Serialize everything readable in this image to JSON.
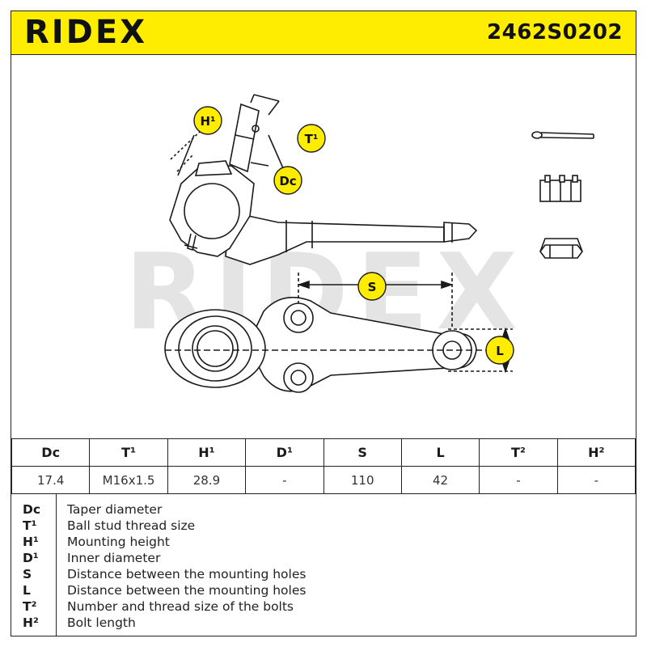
{
  "header": {
    "brand": "RIDEX",
    "part_number": "2462S0202",
    "background_color": "#ffed00"
  },
  "drawing": {
    "watermark": "RIDEX",
    "callouts": {
      "h1": "H¹",
      "t1": "T¹",
      "dc": "Dc",
      "s": "S",
      "l": "L"
    }
  },
  "specs": {
    "columns": [
      "Dc",
      "T¹",
      "H¹",
      "D¹",
      "S",
      "L",
      "T²",
      "H²"
    ],
    "values": [
      "17.4",
      "M16x1.5",
      "28.9",
      "-",
      "110",
      "42",
      "-",
      "-"
    ]
  },
  "legend": [
    {
      "code": "Dc",
      "desc": "Taper diameter"
    },
    {
      "code": "T¹",
      "desc": "Ball stud thread size"
    },
    {
      "code": "H¹",
      "desc": "Mounting height"
    },
    {
      "code": "D¹",
      "desc": "Inner diameter"
    },
    {
      "code": "S",
      "desc": "Distance between the mounting holes"
    },
    {
      "code": "L",
      "desc": "Distance between the mounting holes"
    },
    {
      "code": "T²",
      "desc": "Number and thread size of the bolts"
    },
    {
      "code": "H²",
      "desc": "Bolt length"
    }
  ]
}
